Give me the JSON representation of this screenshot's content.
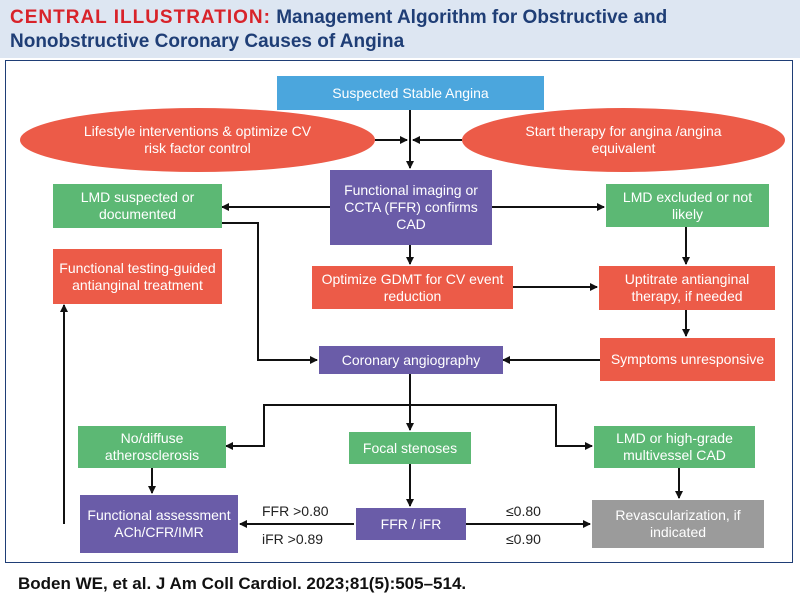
{
  "header": {
    "lead": "CENTRAL ILLUSTRATION:",
    "title": "Management Algorithm for Obstructive and Nonobstructive Coronary Causes of Angina"
  },
  "nodes": {
    "suspected": "Suspected Stable Angina",
    "lifestyle": "Lifestyle interventions & optimize CV risk factor control",
    "start_therapy": "Start therapy for angina /angina equivalent",
    "lmd_suspected": "LMD suspected or documented",
    "functional_imaging": "Functional imaging or CCTA (FFR) confirms CAD",
    "lmd_excluded": "LMD excluded or not likely",
    "functional_testing": "Functional testing-guided antianginal treatment",
    "optimize_gdmt": "Optimize GDMT for CV event reduction",
    "uptitrate": "Uptitrate antianginal therapy, if needed",
    "coronary_angio": "Coronary angiography",
    "symptoms": "Symptoms unresponsive",
    "no_diffuse": "No/diffuse atherosclerosis",
    "focal": "Focal stenoses",
    "lmd_high_grade": "LMD or high-grade multivessel CAD",
    "functional_assessment": "Functional assessment ACh/CFR/IMR",
    "ffr_ifr": "FFR / iFR",
    "revascularization": "Revascularization, if indicated"
  },
  "edge_labels": {
    "ffr_high": "FFR >0.80",
    "ifr_high": "iFR >0.89",
    "ffr_low": "≤0.80",
    "ifr_low": "≤0.90"
  },
  "citation": "Boden WE, et al. J Am Coll Cardiol. 2023;81(5):505–514.",
  "colors": {
    "blue": "#4ba6dd",
    "red": "#ec5b48",
    "green": "#5cb874",
    "purple": "#6a5ca8",
    "gray": "#9b9b9b",
    "title": "#1f3e76",
    "title_lead": "#d8232a"
  }
}
